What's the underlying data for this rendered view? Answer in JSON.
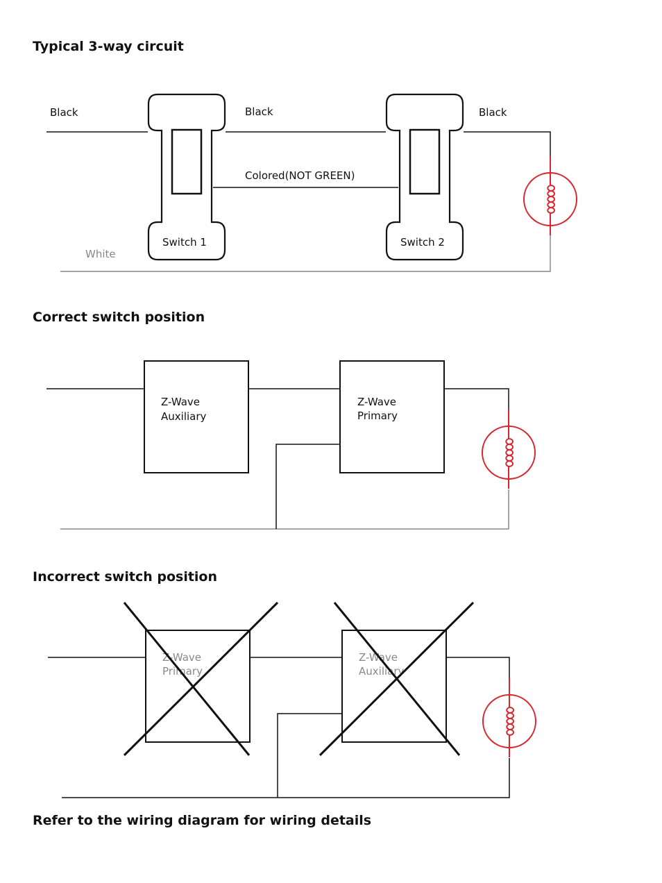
{
  "headings": {
    "typical": "Typical 3-way circuit",
    "correct": "Correct switch position",
    "incorrect": "Incorrect switch position",
    "footer": "Refer to the wiring diagram for wiring details"
  },
  "typical": {
    "wire_black_left": "Black",
    "wire_black_middle": "Black",
    "wire_black_right": "Black",
    "wire_colored": "Colored(NOT GREEN)",
    "wire_white": "White",
    "switch1": "Switch 1",
    "switch2": "Switch 2"
  },
  "correct": {
    "box1_line1": "Z-Wave",
    "box1_line2": "Auxiliary",
    "box2_line1": "Z-Wave",
    "box2_line2": "Primary"
  },
  "incorrect": {
    "box1_line1": "Z-Wave",
    "box1_line2": "Primary",
    "box2_line1": "Z-Wave",
    "box2_line2": "Auxiliary"
  },
  "colors": {
    "wire": "#111111",
    "neutral": "#888888",
    "lamp": "#d8262e"
  }
}
